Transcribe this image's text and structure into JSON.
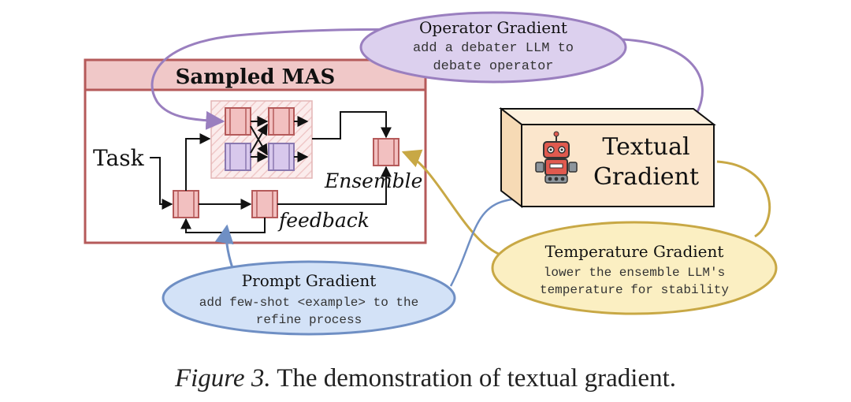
{
  "sampled_mas": {
    "title": "Sampled MAS",
    "task_label": "Task",
    "ensemble_label": "Ensemble",
    "feedback_label": "feedback"
  },
  "operator_gradient": {
    "title": "Operator Gradient",
    "line1": "add a debater LLM to",
    "line2": "debate operator"
  },
  "textual_gradient": {
    "line1": "Textual",
    "line2": "Gradient"
  },
  "temperature_gradient": {
    "title": "Temperature Gradient",
    "line1": "lower the ensemble LLM's",
    "line2": "temperature for stability"
  },
  "prompt_gradient": {
    "title": "Prompt Gradient",
    "line1": "add few-shot <example> to the",
    "line2": "refine process"
  },
  "caption": {
    "figure_label": "Figure 3.",
    "text": "The demonstration of textual gradient."
  },
  "colors": {
    "mas_border": "#b55a5a",
    "mas_header": "#f0c8c8",
    "node_pink": "#f2c0c0",
    "node_purple": "#d8c8ec",
    "operator_fill": "#dcd0ee",
    "operator_stroke": "#9a7fbf",
    "temperature_fill": "#fbefc2",
    "temperature_stroke": "#c8a845",
    "prompt_fill": "#d3e2f7",
    "prompt_stroke": "#6f8fc4",
    "box_fill": "#fbe6cc"
  }
}
